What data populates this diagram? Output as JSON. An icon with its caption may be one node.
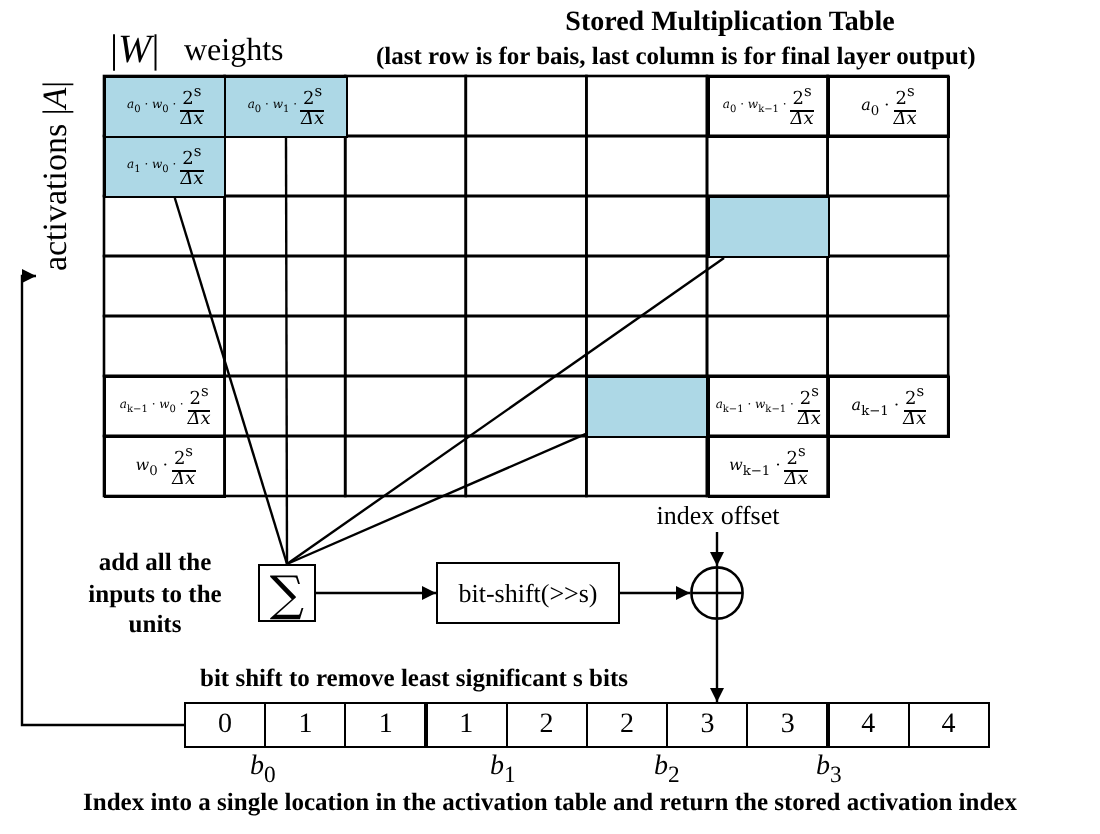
{
  "diagram": {
    "title": "Stored Multiplication Table",
    "caption": "Index into a single location in the activation table and return the stored activation index",
    "nodes": [
      {
        "text": [
          "activations |*A*|"
        ]
      },
      {
        "text": [
          "*a*$_{0}$ · *w*$_{0}$ ·",
          "2$^{s}$",
          "*Δx*"
        ]
      },
      {
        "text": [
          "*a*$_{0}$ · *w*$_{1}$ ·",
          "2$^{s}$",
          "*Δx*"
        ]
      },
      {
        "text": [
          "*a*$_{0}$ · *w*$_{k−1}$ ·",
          "2$^{s}$",
          "*Δx*"
        ]
      },
      {
        "text": [
          "*a*$_{0}$ ·",
          "2$^{s}$",
          "*Δx*"
        ]
      },
      {
        "text": [
          "*a*$_{1}$ · *w*$_{0}$ ·",
          "2$^{s}$",
          "*Δx*"
        ]
      },
      {
        "text": [],
        "shape": "box"
      },
      {
        "text": [
          "*a*$_{k−1}$ · *w*$_{0}$ ·",
          "2$^{s}$",
          "*Δx*"
        ]
      },
      {
        "text": [],
        "shape": "box"
      },
      {
        "text": [
          "*a*$_{k−1}$ · *w*$_{k−1}$ ·",
          "2$^{s}$",
          "*Δx*"
        ]
      },
      {
        "text": [
          "*a*$_{k−1}$ ·",
          "2$^{s}$",
          "*Δx*"
        ]
      },
      {
        "text": [
          "*w*$_{0}$ ·",
          "2$^{s}$",
          "*Δx*"
        ]
      },
      {
        "text": [
          "*w*$_{k−1}$ ·",
          "2$^{s}$",
          "*Δx*"
        ]
      },
      {
        "text": [
          "index offset"
        ]
      },
      {
        "text": [
          "∑"
        ]
      },
      {
        "text": [
          "bit-shift(>>s)"
        ]
      },
      {
        "text": [],
        "shape": "circle"
      },
      {
        "text": [
          "0"
        ]
      },
      {
        "text": [
          "1"
        ]
      },
      {
        "text": [
          "1"
        ]
      },
      {
        "text": [
          "1"
        ]
      },
      {
        "text": [
          "2"
        ]
      },
      {
        "text": [
          "2"
        ]
      },
      {
        "text": [
          "3"
        ]
      },
      {
        "text": [
          "3"
        ]
      },
      {
        "text": [
          "4"
        ]
      },
      {
        "text": [
          "4"
        ]
      }
    ],
    "edges": [
      {
        "from": 14,
        "to": 5,
        "arrow": "none"
      },
      {
        "from": 14,
        "to": 2,
        "arrow": "none"
      },
      {
        "from": 14,
        "to": 6,
        "arrow": "none"
      },
      {
        "from": 14,
        "to": 8,
        "arrow": "none"
      },
      {
        "from": 14,
        "to": 15,
        "arrow": "to"
      },
      {
        "from": 15,
        "to": 16,
        "arrow": "to"
      },
      {
        "from": 13,
        "to": 16,
        "arrow": "to"
      },
      {
        "from": 16,
        "to": 23,
        "arrow": "to"
      },
      {
        "from": 17,
        "to": 0,
        "arrow": "to"
      }
    ],
    "labels": [
      "|*W*|",
      "weights",
      "(last row is for bais, last column is for final layer output)",
      "add all the inputs to the units",
      "bit shift to remove least significant s bits",
      "*b*$_{0}$",
      "*b*$_{1}$",
      "*b*$_{2}$",
      "*b*$_{3}$"
    ]
  }
}
